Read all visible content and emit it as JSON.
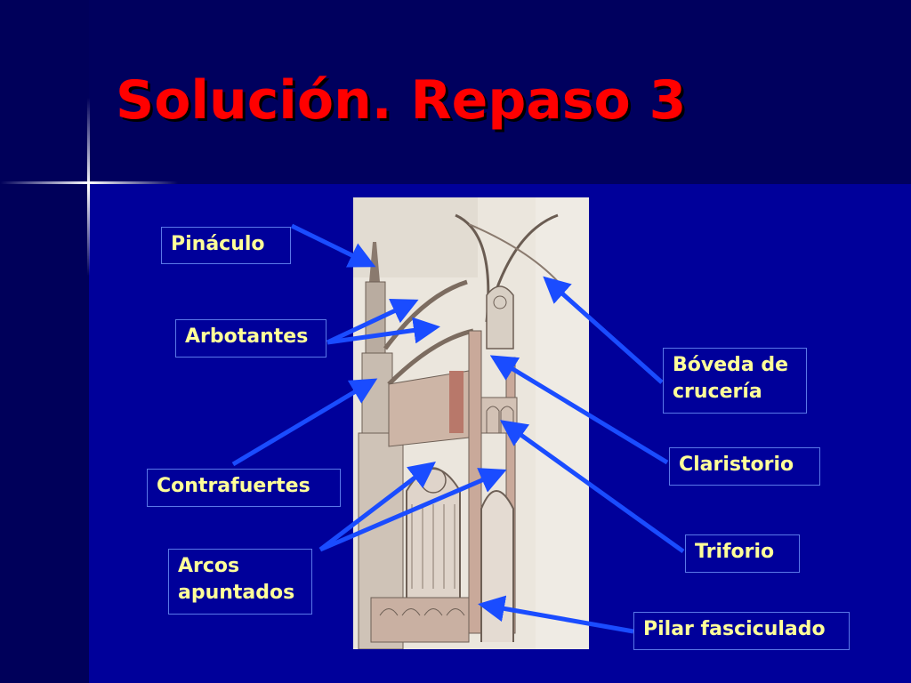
{
  "title": "Solución. Repaso 3",
  "labels": {
    "pinaculo": "Pináculo",
    "arbotantes": "Arbotantes",
    "contrafuertes": "Contrafuertes",
    "arcos_line1": "Arcos",
    "arcos_line2": "apuntados",
    "boveda_line1": "Bóveda de",
    "boveda_line2": "crucería",
    "claristorio": "Claristorio",
    "triforio": "Triforio",
    "pilar": "Pilar fasciculado"
  },
  "colors": {
    "background": "#000066",
    "title": "#ff0000",
    "label_text": "#ffff99",
    "arrow": "#1a4cff"
  }
}
